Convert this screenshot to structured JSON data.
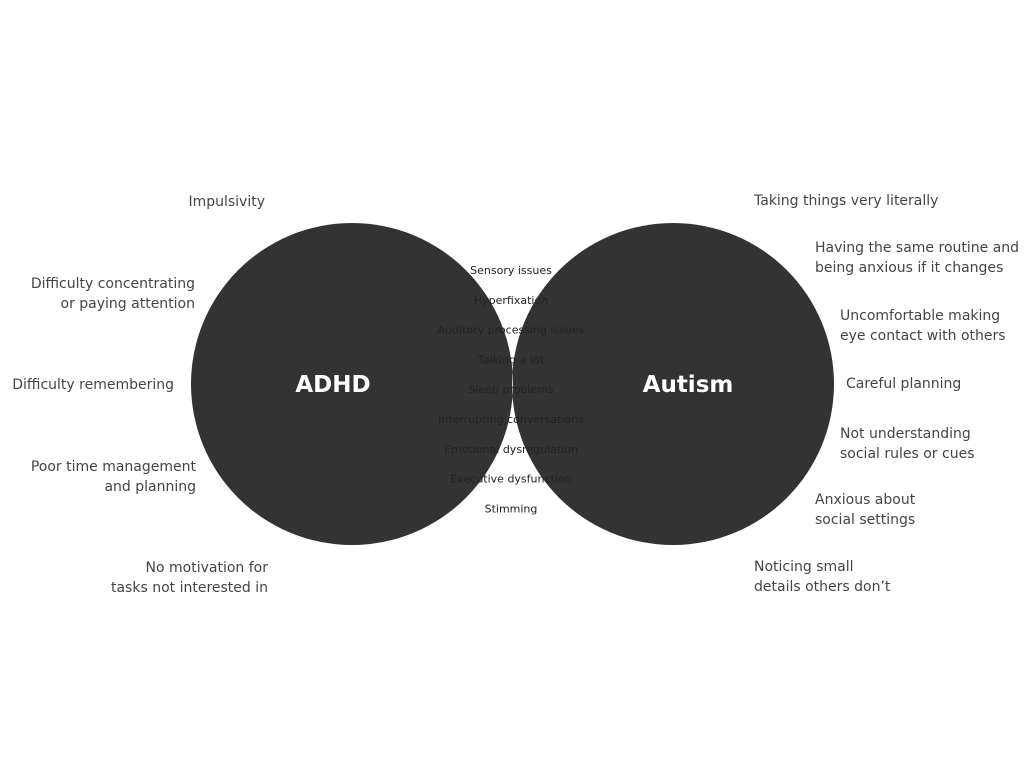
{
  "colors": {
    "circle_fill": "#333333",
    "overlap_fill": "#c8cccf",
    "label_text": "#ffffff",
    "item_text": "#222222",
    "side_text": "#444444"
  },
  "venn": {
    "left_label": "ADHD",
    "right_label": "Autism",
    "shared": [
      "Sensory issues",
      "Hyperfixation",
      "Auditory processing issues",
      "Talking a lot",
      "Sleep problems",
      "Interrupting conversations",
      "Emotional dysregulation",
      "Executive dysfunction",
      "Stimming"
    ]
  },
  "adhd_traits": [
    [
      "Impulsivity"
    ],
    [
      "Difficulty concentrating",
      "or paying attention"
    ],
    [
      "Difficulty remembering"
    ],
    [
      "Poor time management",
      "and planning"
    ],
    [
      "No motivation for",
      "tasks not interested in"
    ]
  ],
  "autism_traits": [
    [
      "Taking things very literally"
    ],
    [
      "Having the same routine and",
      "being anxious if it changes"
    ],
    [
      "Uncomfortable making",
      "eye contact with others"
    ],
    [
      "Careful planning"
    ],
    [
      "Not understanding",
      "social rules or cues"
    ],
    [
      "Anxious about",
      "social settings"
    ],
    [
      "Noticing small",
      "details others don’t"
    ]
  ]
}
